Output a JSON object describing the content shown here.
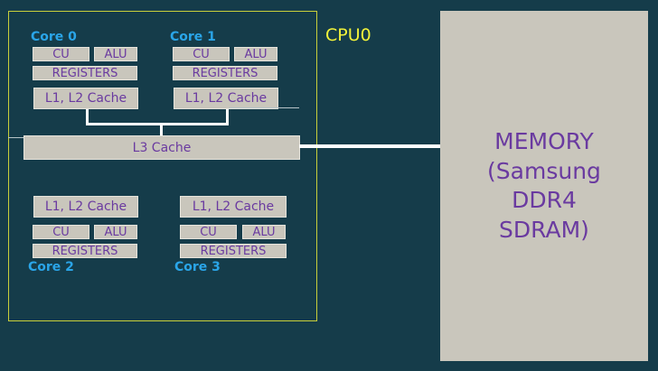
{
  "cpu_label": "CPU0",
  "cores": [
    {
      "label": "Core 0",
      "cu": "CU",
      "alu": "ALU",
      "registers": "REGISTERS",
      "cache": "L1, L2 Cache"
    },
    {
      "label": "Core 1",
      "cu": "CU",
      "alu": "ALU",
      "registers": "REGISTERS",
      "cache": "L1, L2 Cache"
    },
    {
      "label": "Core 2",
      "cu": "CU",
      "alu": "ALU",
      "registers": "REGISTERS",
      "cache": "L1, L2 Cache"
    },
    {
      "label": "Core 3",
      "cu": "CU",
      "alu": "ALU",
      "registers": "REGISTERS",
      "cache": "L1, L2 Cache"
    }
  ],
  "l3_cache": "L3 Cache",
  "memory": {
    "line1": "MEMORY",
    "line2": "(Samsung",
    "line3": "DDR4",
    "line4": "SDRAM)"
  },
  "colors": {
    "background": "#153c4a",
    "frame": "#c9cf3a",
    "cpu_label": "#f1f23a",
    "core_label": "#2aa5e8",
    "box_fill": "#c9c6bc",
    "box_text": "#6a3aa0",
    "connector": "#ffffff"
  }
}
